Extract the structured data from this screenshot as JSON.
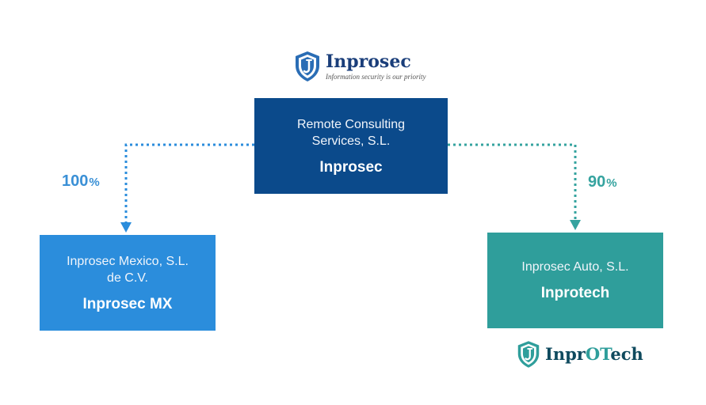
{
  "top_logo": {
    "name": "Inprosec",
    "tagline": "Information security is our priority",
    "icon": "shield-icon"
  },
  "bottom_logo": {
    "name_prefix": "Inpr",
    "name_accent": "OT",
    "name_suffix": "ech",
    "icon": "shield-icon"
  },
  "parent": {
    "legal_name": "Remote Consulting\nServices, S.L.",
    "brand": "Inprosec"
  },
  "subsidiaries": [
    {
      "legal_name": "Inprosec Mexico, S.L.\nde C.V.",
      "brand": "Inprosec MX",
      "ownership": "100",
      "unit": "%"
    },
    {
      "legal_name": "Inprosec Auto, S.L.",
      "brand": "Inprotech",
      "ownership": "90",
      "unit": "%"
    }
  ],
  "colors": {
    "parent": "#0b4a8b",
    "mx": "#2b8ddc",
    "auto": "#2f9e9b",
    "logo_navy": "#1a3e7a"
  }
}
